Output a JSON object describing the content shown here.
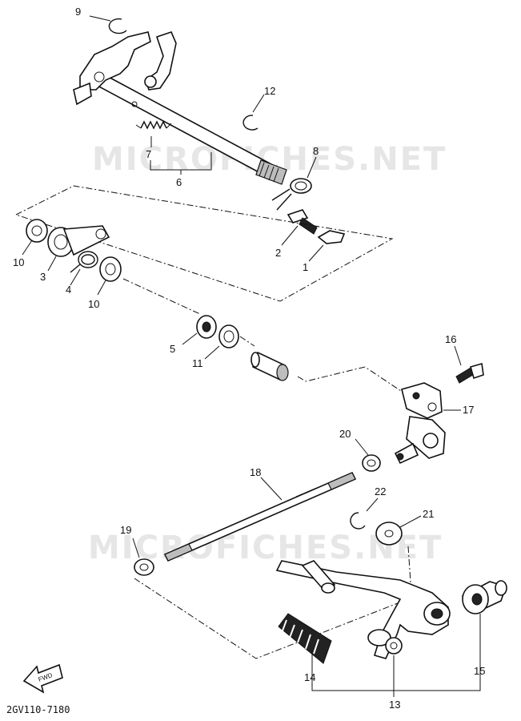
{
  "watermarks": [
    "MICROFICHES.NET",
    "MICROFICHES.NET"
  ],
  "diagram_code": "2GV110-7180",
  "fwd_label": "FWD",
  "labels": {
    "p1": "1",
    "p2": "2",
    "p3": "3",
    "p4": "4",
    "p5": "5",
    "p6": "6",
    "p7": "7",
    "p8": "8",
    "p9": "9",
    "p10a": "10",
    "p10b": "10",
    "p11": "11",
    "p12": "12",
    "p13": "13",
    "p14": "14",
    "p15": "15",
    "p16": "16",
    "p17": "17",
    "p18": "18",
    "p19": "19",
    "p20": "20",
    "p21": "21",
    "p22": "22"
  }
}
